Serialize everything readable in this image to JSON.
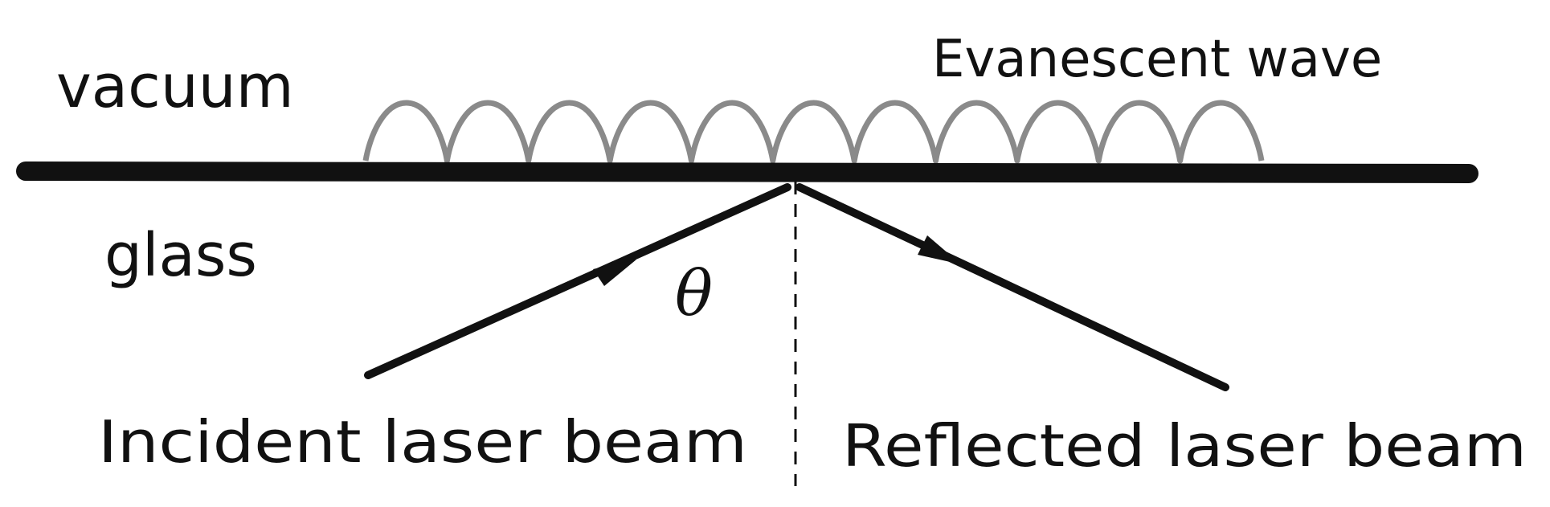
{
  "labels": {
    "vacuum": "vacuum",
    "glass": "glass",
    "evanescent_wave": "Evanescent wave",
    "angle": "θ",
    "incident_beam": "Incident laser beam",
    "reflected_beam": "Reflected laser beam"
  },
  "colors": {
    "ink": "#111111",
    "wave": "#8a8a8a",
    "background": "#ffffff"
  },
  "evanescent_wave": {
    "humps": 11
  }
}
